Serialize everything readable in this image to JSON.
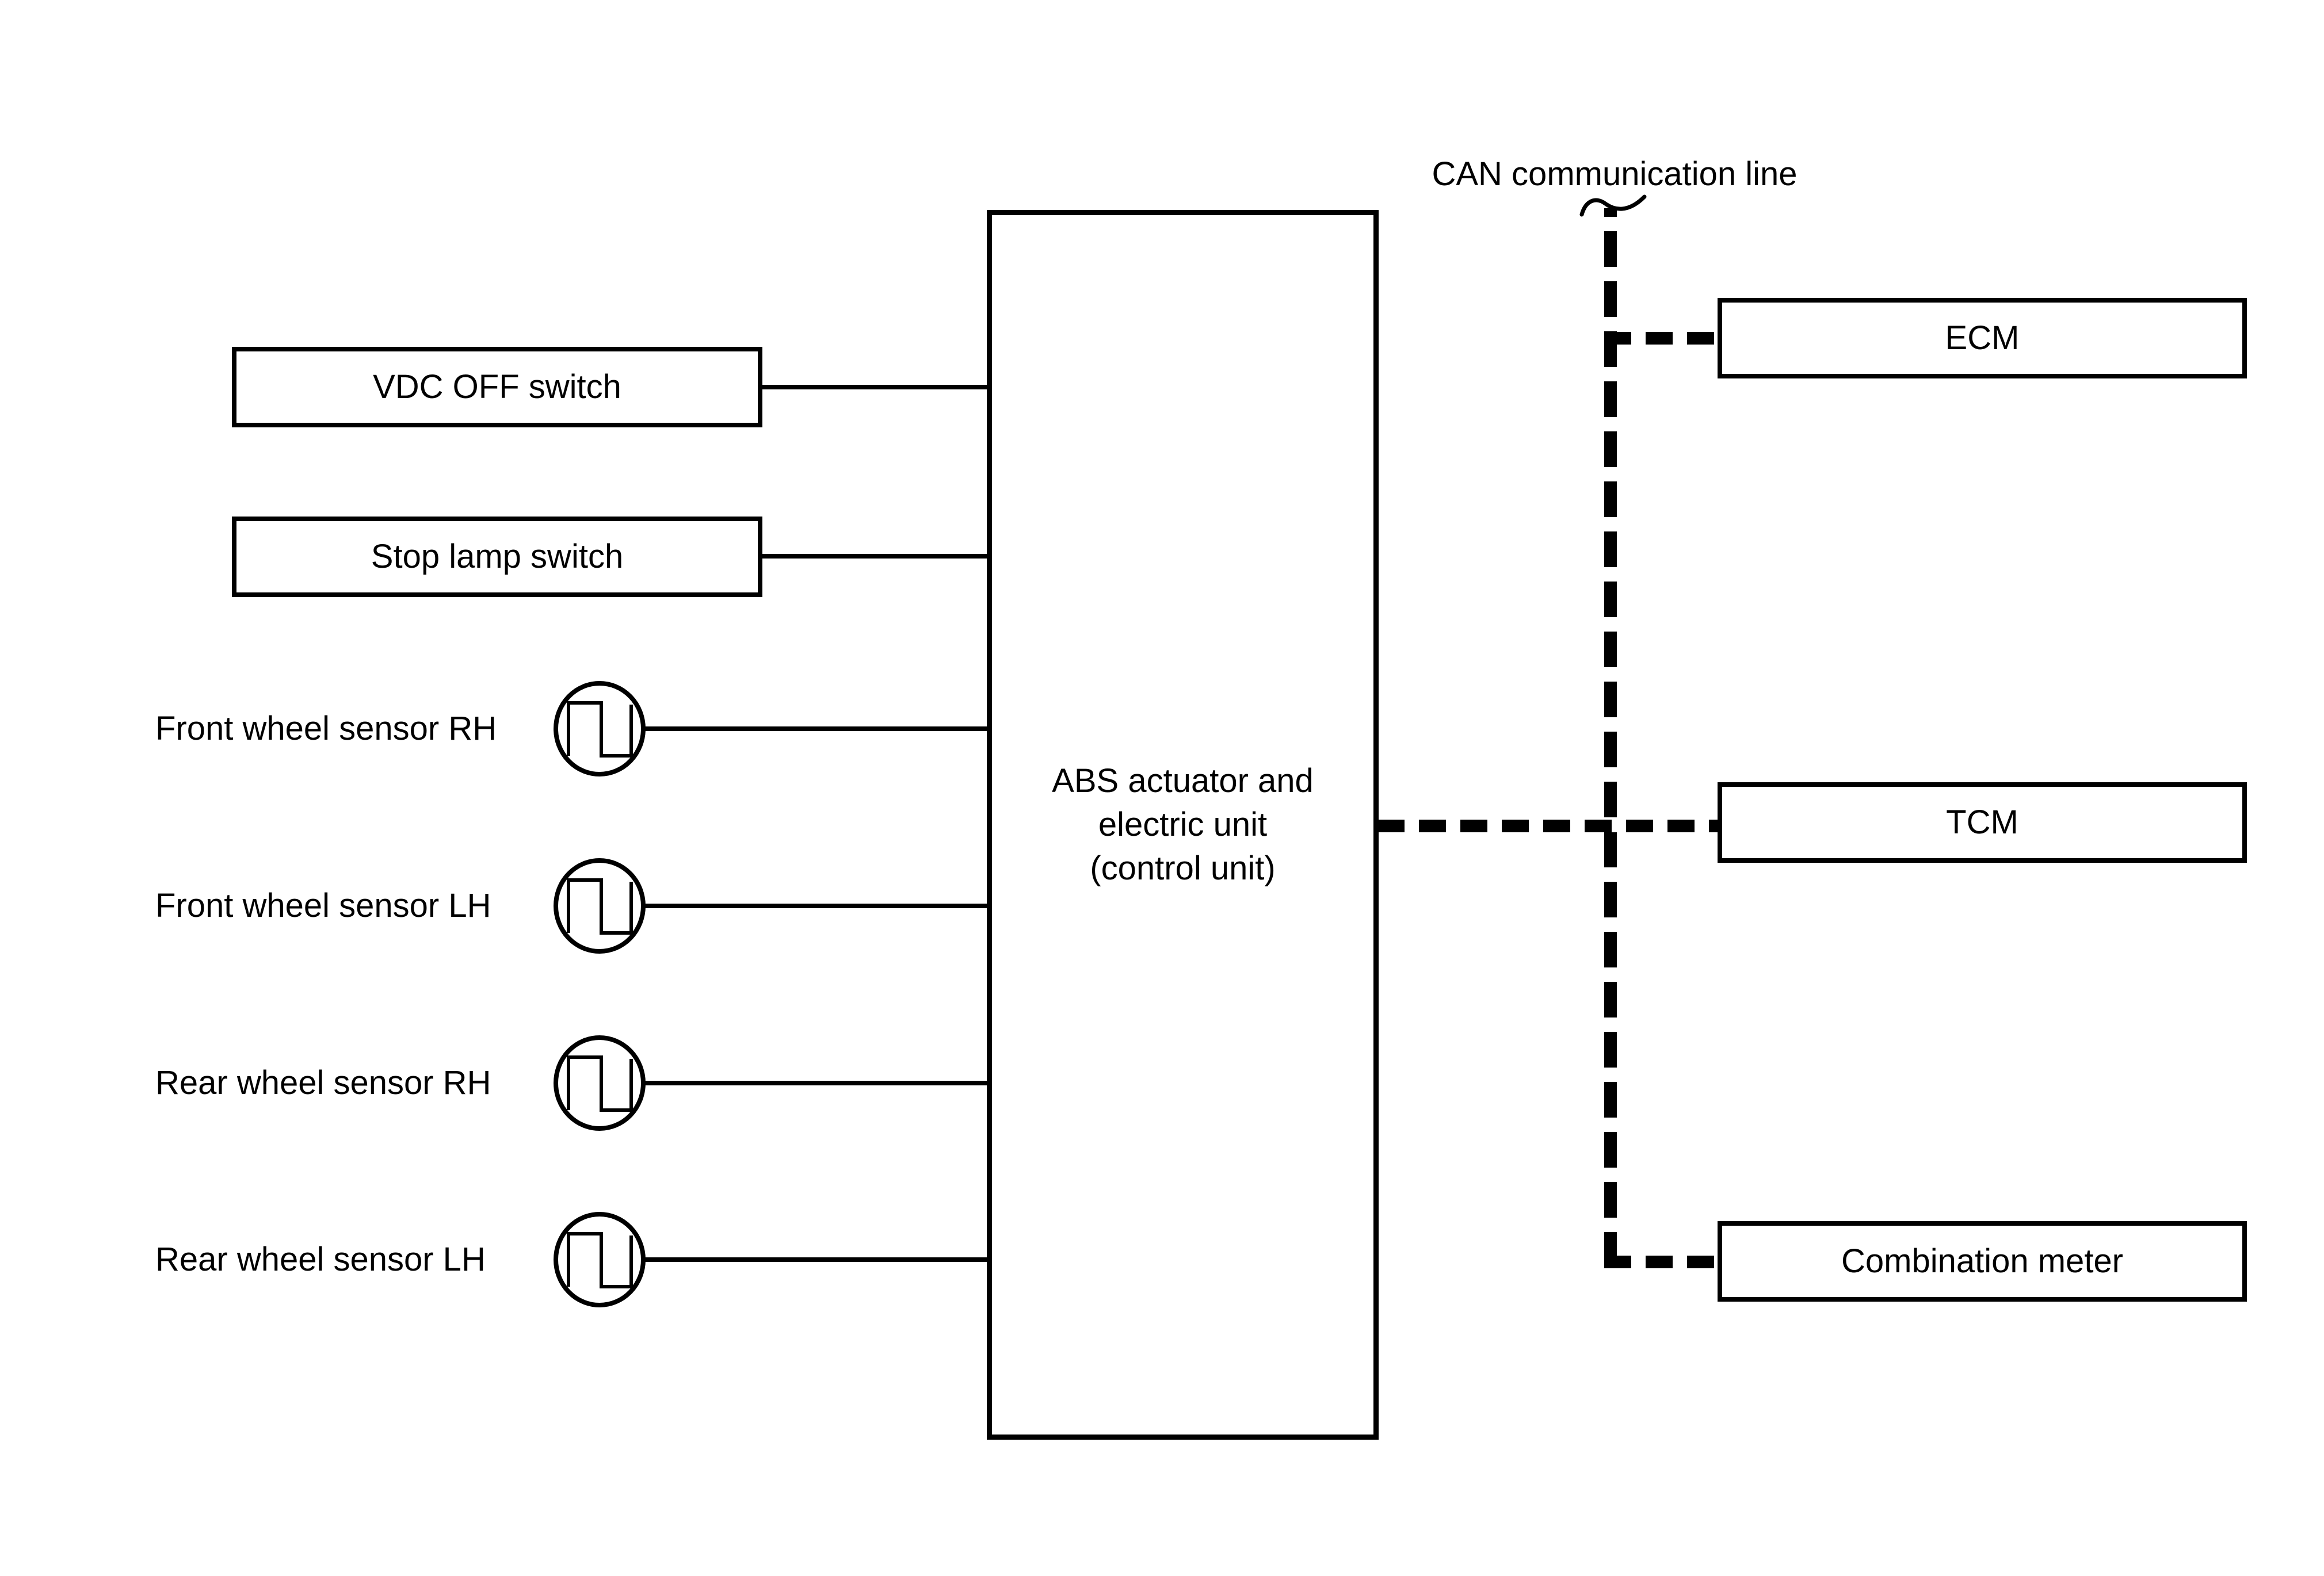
{
  "diagram": {
    "can_label": "CAN communication line",
    "left_boxes": [
      {
        "label": "VDC OFF switch"
      },
      {
        "label": "Stop lamp switch"
      }
    ],
    "sensors": [
      {
        "label": "Front wheel sensor RH"
      },
      {
        "label": "Front wheel sensor LH"
      },
      {
        "label": "Rear wheel sensor RH"
      },
      {
        "label": "Rear wheel sensor LH"
      }
    ],
    "abs_box": {
      "line1": "ABS actuator and",
      "line2": "electric unit",
      "line3": "(control unit)"
    },
    "right_boxes": [
      {
        "label": "ECM"
      },
      {
        "label": "TCM"
      },
      {
        "label": "Combination meter"
      }
    ],
    "colors": {
      "line": "#000000",
      "background": "#ffffff"
    }
  }
}
